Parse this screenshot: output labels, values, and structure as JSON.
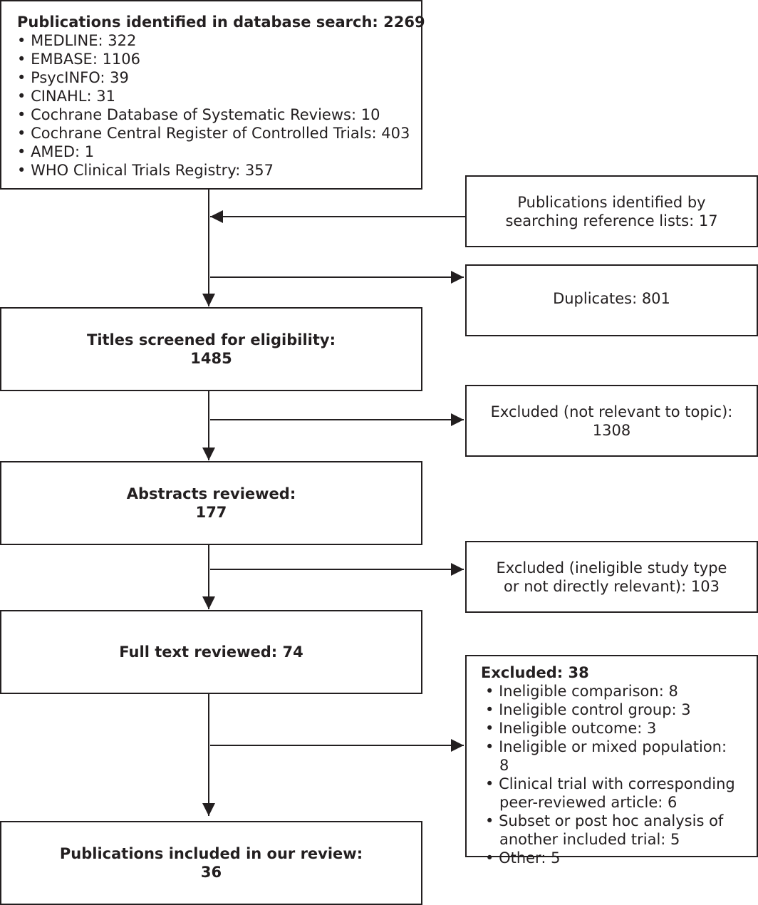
{
  "search": {
    "title": "Publications identified in database search: 2269",
    "items": [
      "MEDLINE: 322",
      "EMBASE: 1106",
      "PsycINFO: 39",
      "CINAHL: 31",
      "Cochrane Database of Systematic Reviews: 10",
      "Cochrane Central Register of Controlled Trials: 403",
      "AMED: 1",
      "WHO Clinical Trials Registry: 357"
    ]
  },
  "reference_lists": {
    "line1": "Publications identified by",
    "line2": "searching reference lists: 17"
  },
  "duplicates": {
    "text": "Duplicates: 801"
  },
  "titles_screened": {
    "line1": "Titles screened for eligibility:",
    "line2": "1485"
  },
  "excluded_topic": {
    "line1": "Excluded (not relevant to topic):",
    "line2": "1308"
  },
  "abstracts": {
    "line1": "Abstracts reviewed:",
    "line2": "177"
  },
  "excluded_type": {
    "line1": "Excluded (ineligible study type",
    "line2": "or not directly relevant): 103"
  },
  "full_text": {
    "text": "Full text reviewed: 74"
  },
  "excluded_full": {
    "title": "Excluded: 38",
    "items": [
      "Ineligible comparison: 8",
      "Ineligible control group: 3",
      "Ineligible outcome: 3",
      "Ineligible or mixed population: 8",
      "Clinical trial with corresponding peer-reviewed article: 6",
      "Subset or post hoc analysis of another included trial: 5",
      "Other: 5"
    ]
  },
  "included": {
    "line1": "Publications included in our review:",
    "line2": "36"
  },
  "colors": {
    "ink": "#231f20",
    "background": "#ffffff"
  }
}
